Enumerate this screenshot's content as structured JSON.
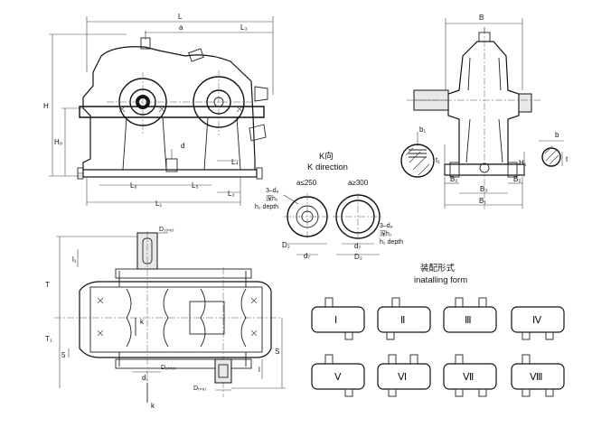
{
  "labels": {
    "L": "L",
    "a": "a",
    "L3": "L₃",
    "H": "H",
    "H0": "H₀",
    "d": "d",
    "L4": "L₄",
    "L6": "L₆",
    "L5": "L₅",
    "L2": "L₂",
    "L1": "L₁",
    "B": "B",
    "b1": "b₁",
    "t1": "t₁",
    "H1": "H₁",
    "b": "b",
    "t": "t",
    "B2a": "B₂",
    "B2b": "B₂",
    "B3": "B₃",
    "B1": "B₁",
    "D1": "D₁₍ₙ₆₎",
    "l1": "l₁",
    "T": "T",
    "T1": "T₁",
    "five": "5",
    "k1": "k",
    "S": "S",
    "l": "l",
    "d1": "d₁",
    "D2n6": "D₂₍ₙ₆₎",
    "Dn6": "D₍ₙ₆₎",
    "k2": "k",
    "D2a": "D₂",
    "d7a": "d₇",
    "d7b": "d₇",
    "D2b": "D₂"
  },
  "k_view": {
    "title_cn": "K向",
    "title_en": "K direction",
    "small_cond": "a≤250",
    "large_cond": "a≥300",
    "hole_left_1": "3–d₈",
    "hole_left_2": "深h₂",
    "hole_left_3": "h₂ depth",
    "hole_right_1": "3–d₈",
    "hole_right_2": "深h₂",
    "hole_right_3": "h₂ depth"
  },
  "install": {
    "title_cn": "装配形式",
    "title_en": "inatalling form",
    "forms": [
      "Ⅰ",
      "Ⅱ",
      "Ⅲ",
      "Ⅳ",
      "Ⅴ",
      "Ⅵ",
      "Ⅶ",
      "Ⅷ"
    ]
  }
}
